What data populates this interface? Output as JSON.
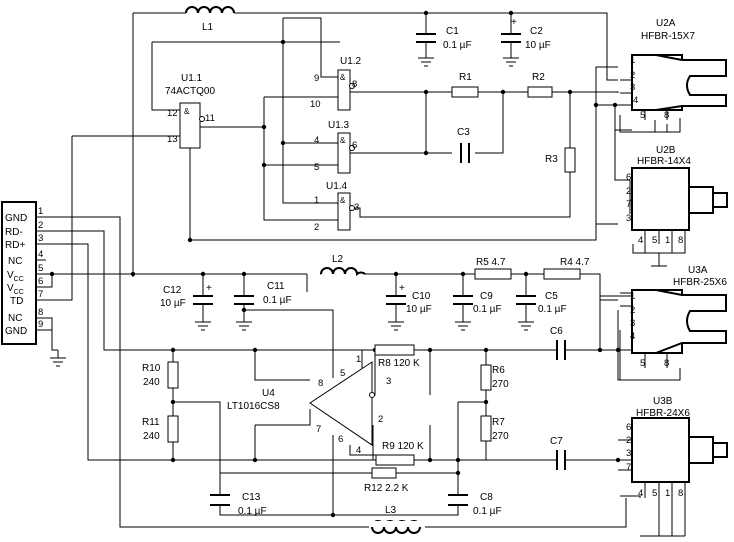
{
  "ic": {
    "u1_1": {
      "ref": "U1.1",
      "part": "74ACTQ00"
    },
    "u1_2": {
      "ref": "U1.2"
    },
    "u1_3": {
      "ref": "U1.3"
    },
    "u1_4": {
      "ref": "U1.4"
    },
    "u4": {
      "ref": "U4",
      "part": "LT1016CS8"
    },
    "u2a": {
      "ref": "U2A",
      "part": "HFBR-15X7"
    },
    "u2b": {
      "ref": "U2B",
      "part": "HFBR-14X4"
    },
    "u3a": {
      "ref": "U3A",
      "part": "HFBR-25X6"
    },
    "u3b": {
      "ref": "U3B",
      "part": "HFBR-24X6"
    },
    "gate_symbol": "&"
  },
  "passives": {
    "L1": "L1",
    "L2": "L2",
    "L3": "L3",
    "C1": "C1",
    "C1_val": "0.1 µF",
    "C2": "C2",
    "C2_val": "10 µF",
    "C3": "C3",
    "C5": "C5",
    "C5_val": "0.1 µF",
    "C6": "C6",
    "C7": "C7",
    "C8": "C8",
    "C8_val": "0.1 µF",
    "C9": "C9",
    "C9_val": "0.1 µF",
    "C10": "C10",
    "C10_val": "10 µF",
    "C11": "C11",
    "C11_val": "0.1 µF",
    "C12": "C12",
    "C12_val": "10 µF",
    "C13": "C13",
    "C13_val": "0.1 µF",
    "R1": "R1",
    "R2": "R2",
    "R3": "R3",
    "R4": "R4 4.7",
    "R5": "R5 4.7",
    "R6": "R6",
    "R6_val": "270",
    "R7": "R7",
    "R7_val": "270",
    "R8": "R8 120 K",
    "R9": "R9 120 K",
    "R10": "R10",
    "R10_val": "240",
    "R11": "R11",
    "R11_val": "240",
    "R12": "R12 2.2 K",
    "plus": "+"
  },
  "connector": {
    "rows": [
      {
        "name": "GND",
        "sub": "",
        "pin": "1"
      },
      {
        "name": "RD-",
        "sub": "",
        "pin": "2"
      },
      {
        "name": "RD+",
        "sub": "",
        "pin": "3"
      },
      {
        "name": "NC",
        "sub": "",
        "pin": "4"
      },
      {
        "name": "V",
        "sub": "CC",
        "pin": "5"
      },
      {
        "name": "V",
        "sub": "CC",
        "pin": "6"
      },
      {
        "name": "TD",
        "sub": "",
        "pin": "7"
      },
      {
        "name": "NC",
        "sub": "",
        "pin": "8"
      },
      {
        "name": "GND",
        "sub": "",
        "pin": "9"
      }
    ]
  },
  "pins": {
    "u1_1": [
      "12",
      "13",
      "11"
    ],
    "u1_2": [
      "9",
      "10",
      "8"
    ],
    "u1_3": [
      "4",
      "5",
      "6"
    ],
    "u1_4": [
      "1",
      "2",
      "3"
    ],
    "u4": [
      "1",
      "2",
      "3",
      "4",
      "5",
      "6",
      "7",
      "8"
    ],
    "u2a": [
      "1",
      "2",
      "3",
      "4",
      "5",
      "8"
    ],
    "u2b": [
      "6",
      "2",
      "7",
      "3",
      "4",
      "5",
      "1",
      "8"
    ],
    "u3a": [
      "1",
      "2",
      "3",
      "4",
      "5",
      "8"
    ],
    "u3b": [
      "6",
      "2",
      "3",
      "7",
      "4",
      "5",
      "1",
      "8"
    ]
  }
}
